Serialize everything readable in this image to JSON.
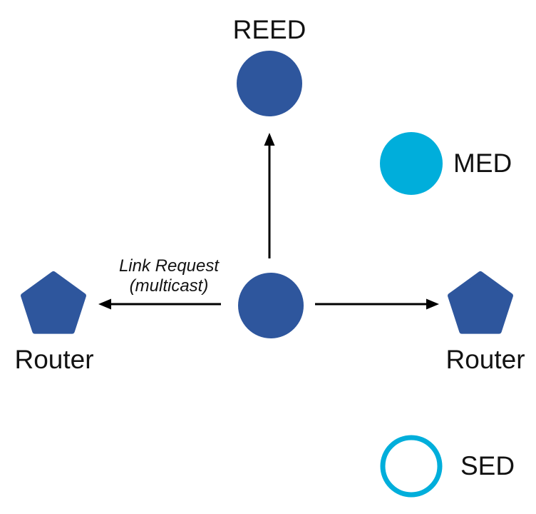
{
  "colors": {
    "navy": "#2E569D",
    "cyan": "#00AEDB",
    "text": "#121212",
    "arrow": "#000000",
    "background": "#FFFFFF"
  },
  "nodes": [
    {
      "id": "reed",
      "label": "REED",
      "shape": "filled-circle",
      "color": "navy",
      "label_position": "above"
    },
    {
      "id": "med",
      "label": "MED",
      "shape": "filled-circle",
      "color": "cyan",
      "label_position": "right"
    },
    {
      "id": "center-device",
      "label": "",
      "shape": "filled-circle",
      "color": "navy",
      "label_position": "none"
    },
    {
      "id": "router-left",
      "label": "Router",
      "shape": "pentagon",
      "color": "navy",
      "label_position": "below"
    },
    {
      "id": "router-right",
      "label": "Router",
      "shape": "pentagon",
      "color": "navy",
      "label_position": "below"
    },
    {
      "id": "sed",
      "label": "SED",
      "shape": "outline-circle",
      "color": "cyan",
      "label_position": "right"
    }
  ],
  "edges": [
    {
      "from": "center-device",
      "to": "reed",
      "style": "arrow"
    },
    {
      "from": "center-device",
      "to": "router-left",
      "style": "arrow",
      "label_line1": "Link Request",
      "label_line2": "(multicast)"
    },
    {
      "from": "center-device",
      "to": "router-right",
      "style": "arrow"
    }
  ]
}
